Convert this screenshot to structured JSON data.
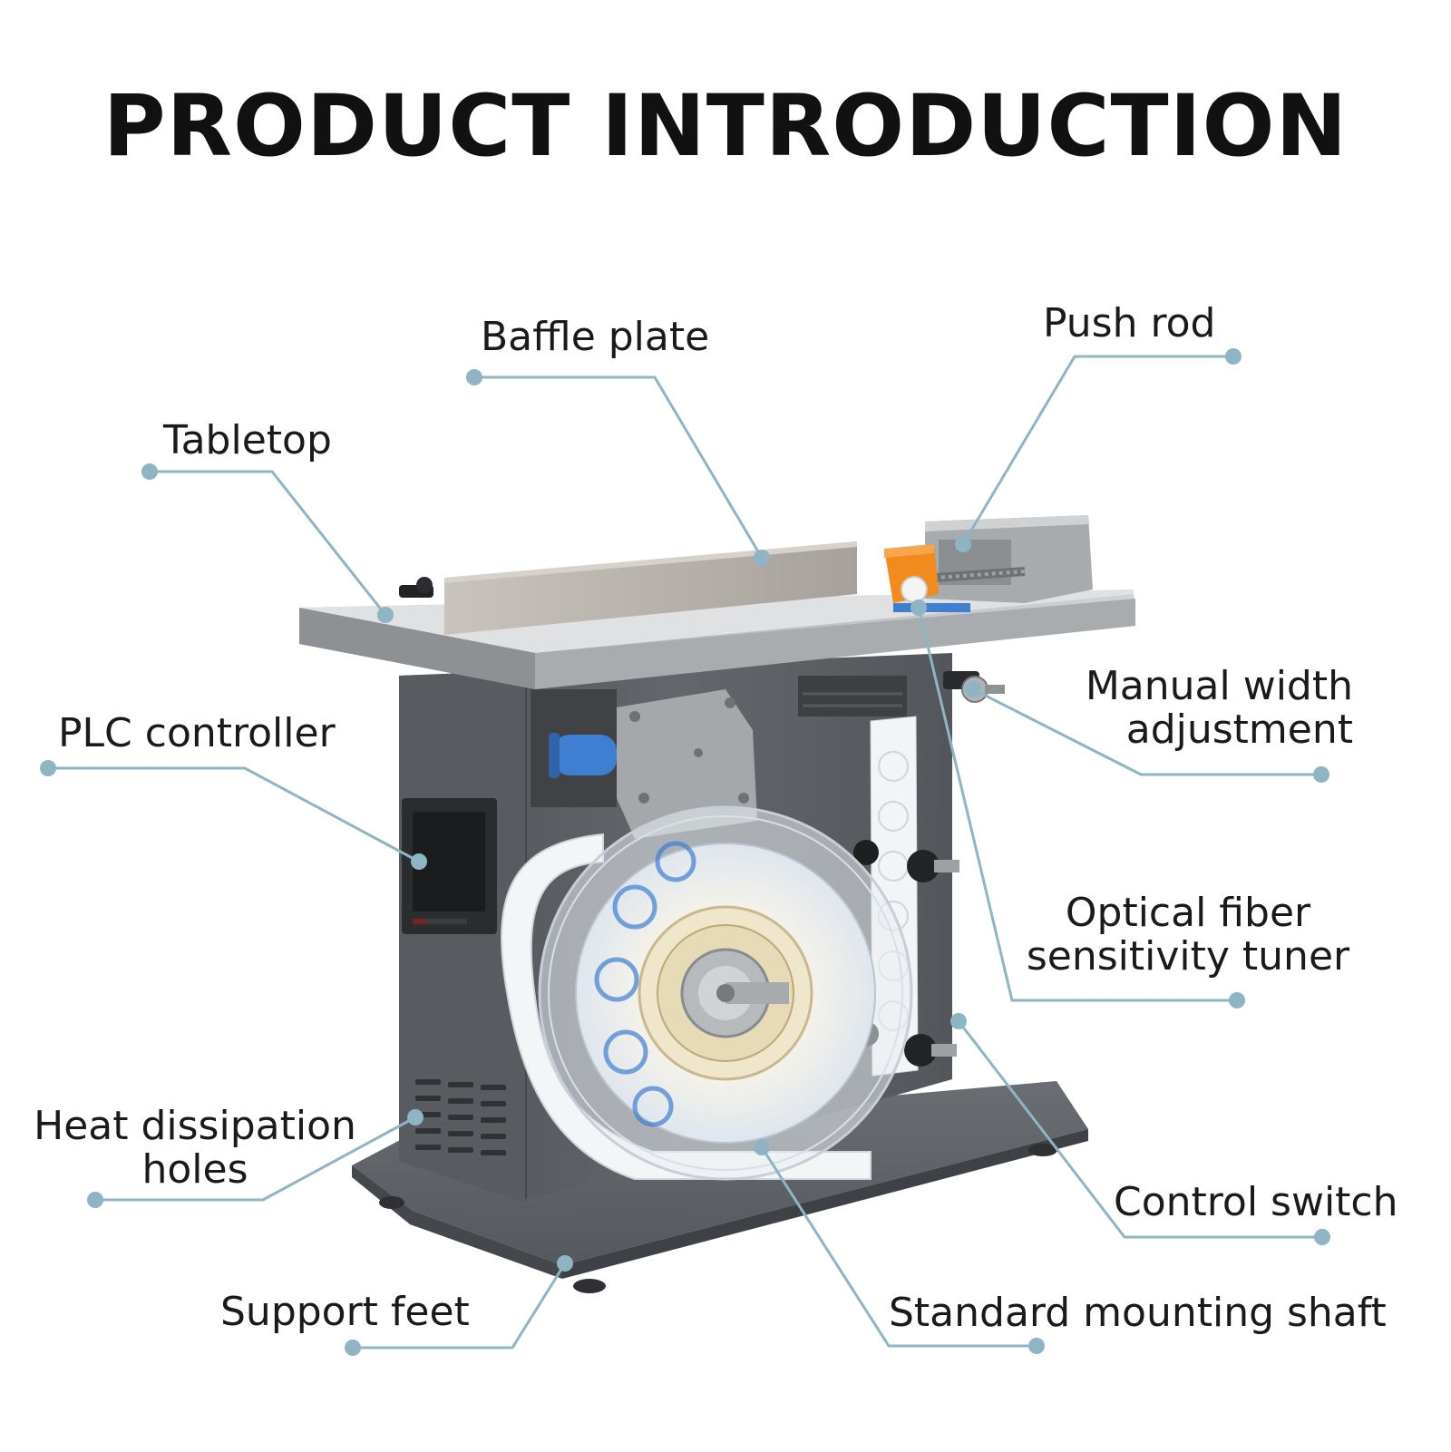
{
  "title": "PRODUCT INTRODUCTION",
  "labels": {
    "baffle_plate": "Baffle plate",
    "push_rod": "Push rod",
    "tabletop": "Tabletop",
    "plc_controller": "PLC controller",
    "manual_width_adjustment": [
      "Manual width",
      "adjustment"
    ],
    "optical_fiber_sensitivity_tuner": [
      "Optical fiber",
      "sensitivity tuner"
    ],
    "heat_dissipation_holes": [
      "Heat dissipation",
      "holes"
    ],
    "control_switch": "Control switch",
    "support_feet": "Support feet",
    "standard_mounting_shaft": "Standard mounting shaft"
  },
  "colors": {
    "leader_line": "#8fb4c4",
    "leader_dot": "#8fb4c4",
    "machine_body": "#5b5e63",
    "stainless_steel": "#b9bcbf",
    "accent_orange": "#f28a1e",
    "accent_blue": "#3f7fd1"
  }
}
